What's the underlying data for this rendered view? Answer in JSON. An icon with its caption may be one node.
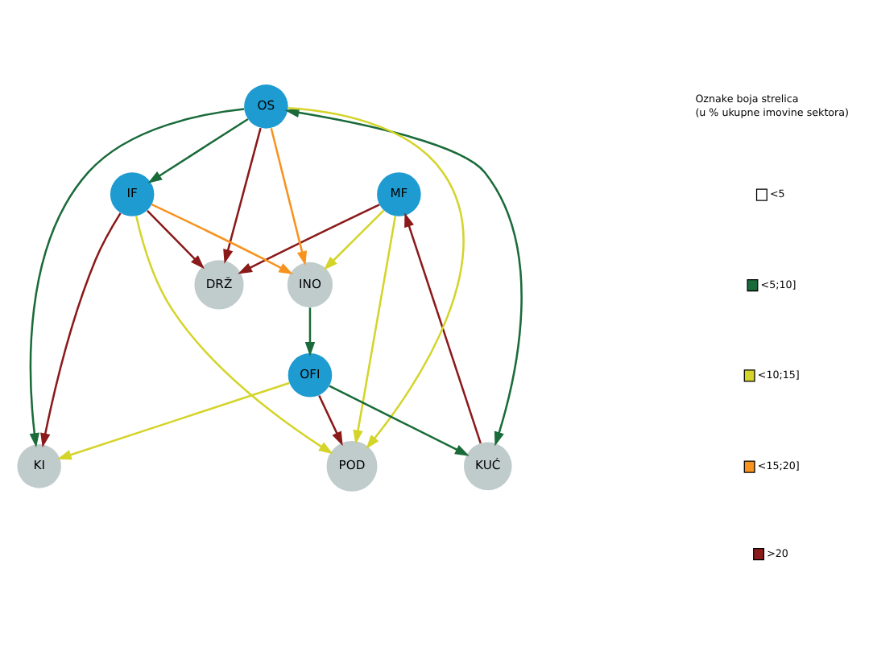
{
  "diagram": {
    "nodes": [
      {
        "text": [
          "MF"
        ]
      },
      {
        "text": [
          "DRŽ"
        ]
      },
      {
        "text": [
          "KUĆ"
        ]
      },
      {
        "text": [
          "OS"
        ]
      },
      {
        "text": [
          "INO"
        ]
      },
      {
        "text": [
          "IF"
        ]
      },
      {
        "text": [
          "POD"
        ]
      },
      {
        "text": [
          "OFI"
        ]
      },
      {
        "text": [
          "KI"
        ]
      }
    ],
    "edges": [
      {
        "from": 0,
        "to": 1,
        "arrow": "to",
        "color": "#8b1a1a"
      },
      {
        "from": 2,
        "to": 0,
        "arrow": "to",
        "color": "#8b1a1a"
      },
      {
        "from": 0,
        "to": 4,
        "arrow": "to",
        "color": "#d4d42a"
      },
      {
        "from": 0,
        "to": 6,
        "arrow": "to",
        "color": "#d4d42a"
      },
      {
        "from": 3,
        "to": 2,
        "arrow": "both",
        "color": "#1a6b3a"
      },
      {
        "from": 3,
        "to": 1,
        "arrow": "to",
        "color": "#8b1a1a"
      },
      {
        "from": 3,
        "to": 4,
        "arrow": "to",
        "color": "#f7931e"
      },
      {
        "from": 3,
        "to": 6,
        "arrow": "to",
        "color": "#d4d42a"
      },
      {
        "from": 3,
        "to": 5,
        "arrow": "to",
        "color": "#1a6b3a"
      },
      {
        "from": 3,
        "to": 8,
        "arrow": "to",
        "color": "#1a6b3a"
      },
      {
        "from": 5,
        "to": 4,
        "arrow": "to",
        "color": "#f7931e"
      },
      {
        "from": 5,
        "to": 1,
        "arrow": "to",
        "color": "#8b1a1a"
      },
      {
        "from": 5,
        "to": 6,
        "arrow": "to",
        "color": "#d4d42a"
      },
      {
        "from": 5,
        "to": 8,
        "arrow": "to",
        "color": "#8b1a1a"
      },
      {
        "from": 7,
        "to": 2,
        "arrow": "to",
        "color": "#1a6b3a"
      },
      {
        "from": 4,
        "to": 7,
        "arrow": "to",
        "color": "#1a6b3a"
      },
      {
        "from": 7,
        "to": 6,
        "arrow": "to",
        "color": "#8b1a1a"
      },
      {
        "from": 7,
        "to": 8,
        "arrow": "to",
        "color": "#d4d42a"
      }
    ],
    "labels": [
      "Oznake boja strelica",
      "(u % ukupne imovine sektora)"
    ],
    "legend": [
      {
        "text": "<5",
        "color": "#ffffff"
      },
      {
        "text": "<5;10]",
        "color": "#1a6b3a"
      },
      {
        "text": "<10;15]",
        "color": "#d4d42a"
      },
      {
        "text": "<15;20]",
        "color": "#f7931e"
      },
      {
        "text": ">20",
        "color": "#8b1a1a"
      }
    ]
  }
}
